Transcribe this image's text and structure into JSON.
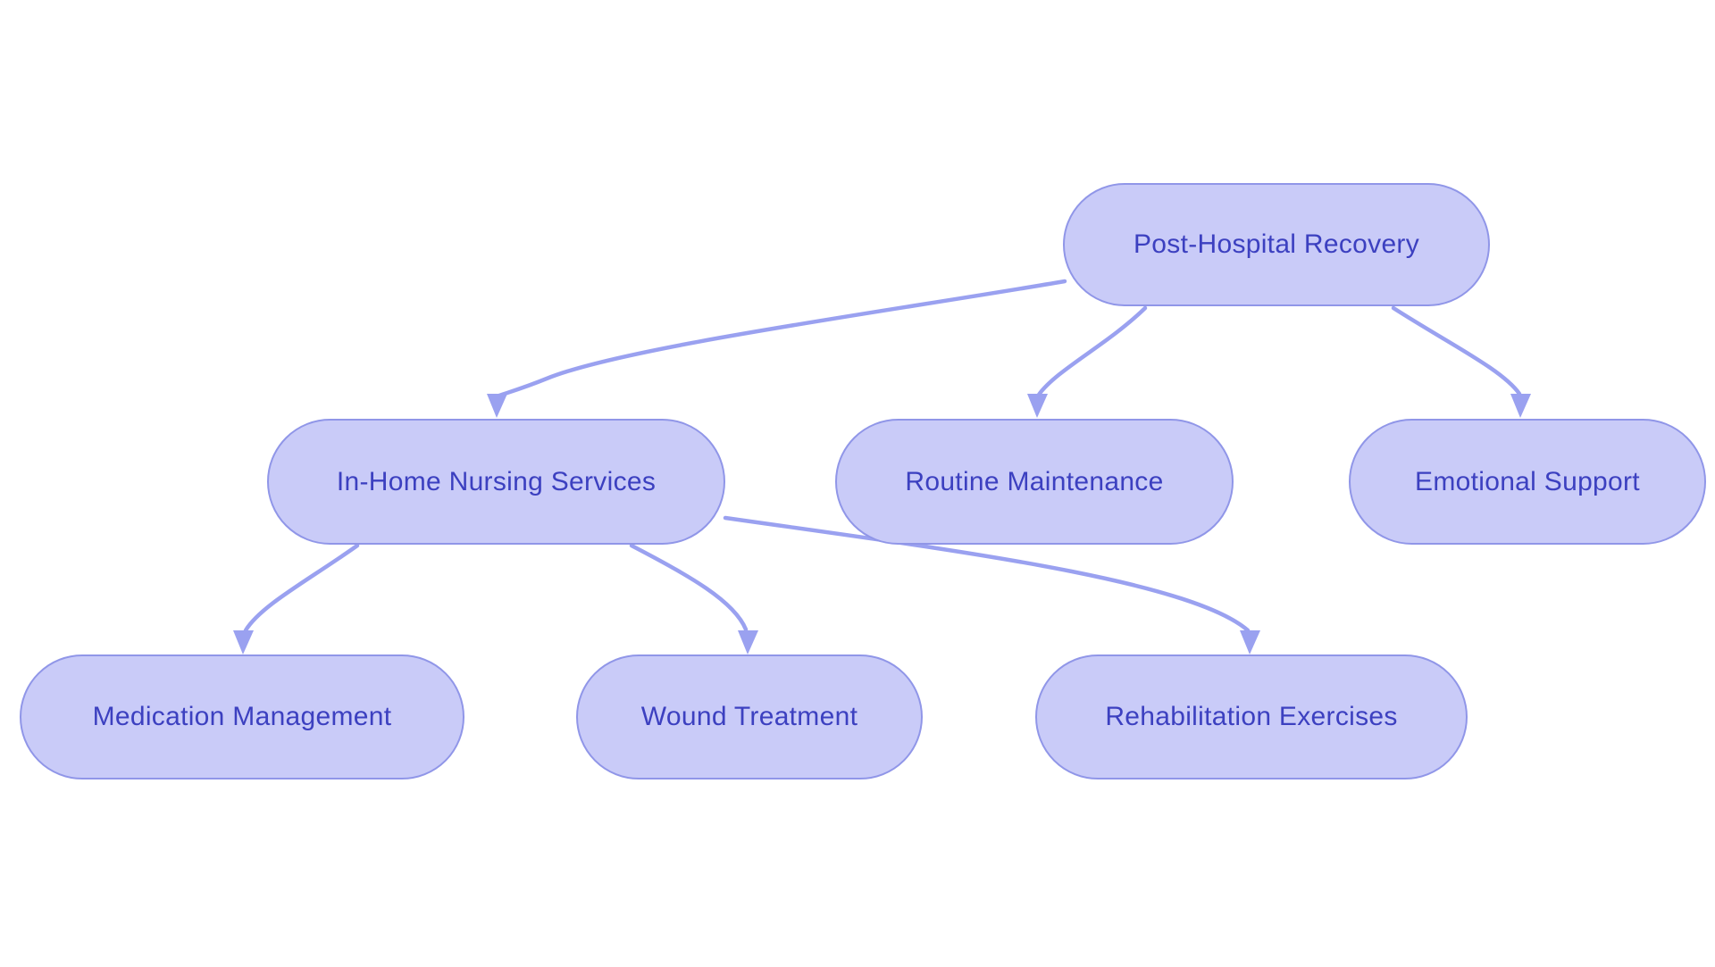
{
  "diagram": {
    "title": "",
    "background_color": "#ffffff",
    "node_fill_color": "#c9cbf8",
    "node_border_color": "#9096e8",
    "node_text_color": "#3c40c0",
    "edge_color": "#9aa1f0",
    "nodes": {
      "root": {
        "label": "Post-Hospital Recovery"
      },
      "inhome": {
        "label": "In-Home Nursing Services"
      },
      "routine": {
        "label": "Routine Maintenance"
      },
      "emotional": {
        "label": "Emotional Support"
      },
      "medication": {
        "label": "Medication Management"
      },
      "wound": {
        "label": "Wound Treatment"
      },
      "rehab": {
        "label": "Rehabilitation Exercises"
      }
    },
    "edges": [
      {
        "from": "Post-Hospital Recovery",
        "to": "In-Home Nursing Services"
      },
      {
        "from": "Post-Hospital Recovery",
        "to": "Routine Maintenance"
      },
      {
        "from": "Post-Hospital Recovery",
        "to": "Emotional Support"
      },
      {
        "from": "In-Home Nursing Services",
        "to": "Medication Management"
      },
      {
        "from": "In-Home Nursing Services",
        "to": "Wound Treatment"
      },
      {
        "from": "In-Home Nursing Services",
        "to": "Rehabilitation Exercises"
      }
    ]
  }
}
